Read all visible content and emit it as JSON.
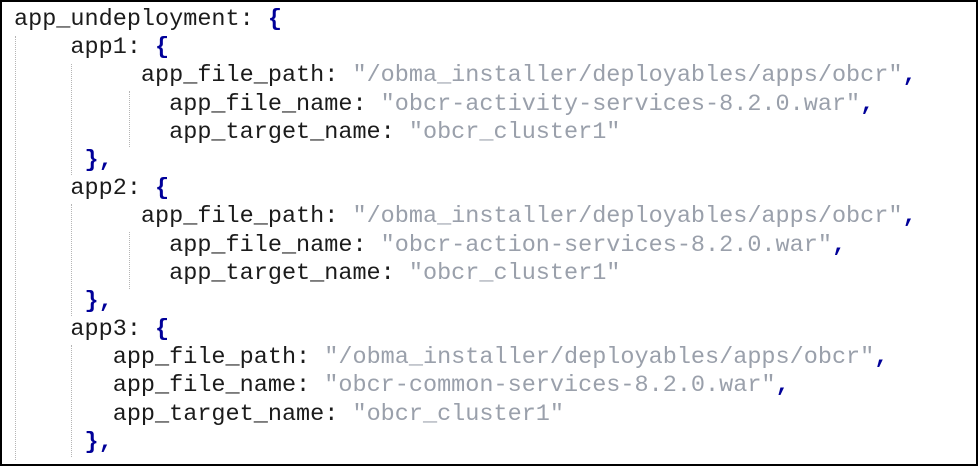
{
  "panel": {
    "type": "code-listing",
    "language_style": "config-block"
  },
  "colors": {
    "background": "#ffffff",
    "border": "#000000",
    "key_text": "#1b1b1b",
    "brace_punctuation": "#000099",
    "string_text": "#9aa0ab",
    "indent_guide": "#b5b5b5"
  },
  "code": {
    "lines": [
      {
        "segs": [
          [
            "key",
            "app_undeployment: "
          ],
          [
            "punct",
            "{"
          ]
        ]
      },
      {
        "segs": [
          [
            "key",
            "    app1: "
          ],
          [
            "punct",
            "{"
          ]
        ]
      },
      {
        "segs": [
          [
            "key",
            "         app_file_path: "
          ],
          [
            "str",
            "\"/obma_installer/deployables/apps/obcr\""
          ],
          [
            "punct",
            ","
          ]
        ]
      },
      {
        "segs": [
          [
            "key",
            "           app_file_name: "
          ],
          [
            "str",
            "\"obcr-activity-services-8.2.0.war\""
          ],
          [
            "punct",
            ","
          ]
        ]
      },
      {
        "segs": [
          [
            "key",
            "           app_target_name: "
          ],
          [
            "str",
            "\"obcr_cluster1\""
          ]
        ]
      },
      {
        "segs": [
          [
            "key",
            "     "
          ],
          [
            "punct",
            "},"
          ]
        ]
      },
      {
        "segs": [
          [
            "key",
            "    app2: "
          ],
          [
            "punct",
            "{"
          ]
        ]
      },
      {
        "segs": [
          [
            "key",
            "         app_file_path: "
          ],
          [
            "str",
            "\"/obma_installer/deployables/apps/obcr\""
          ],
          [
            "punct",
            ","
          ]
        ]
      },
      {
        "segs": [
          [
            "key",
            "           app_file_name: "
          ],
          [
            "str",
            "\"obcr-action-services-8.2.0.war\""
          ],
          [
            "punct",
            ","
          ]
        ]
      },
      {
        "segs": [
          [
            "key",
            "           app_target_name: "
          ],
          [
            "str",
            "\"obcr_cluster1\""
          ]
        ]
      },
      {
        "segs": [
          [
            "key",
            "     "
          ],
          [
            "punct",
            "},"
          ]
        ]
      },
      {
        "segs": [
          [
            "key",
            "    app3: "
          ],
          [
            "punct",
            "{"
          ]
        ]
      },
      {
        "segs": [
          [
            "key",
            "       app_file_path: "
          ],
          [
            "str",
            "\"/obma_installer/deployables/apps/obcr\""
          ],
          [
            "punct",
            ","
          ]
        ]
      },
      {
        "segs": [
          [
            "key",
            "       app_file_name: "
          ],
          [
            "str",
            "\"obcr-common-services-8.2.0.war\""
          ],
          [
            "punct",
            ","
          ]
        ]
      },
      {
        "segs": [
          [
            "key",
            "       app_target_name: "
          ],
          [
            "str",
            "\"obcr_cluster1\""
          ]
        ]
      },
      {
        "segs": [
          [
            "key",
            "     "
          ],
          [
            "punct",
            "},"
          ]
        ]
      }
    ]
  }
}
